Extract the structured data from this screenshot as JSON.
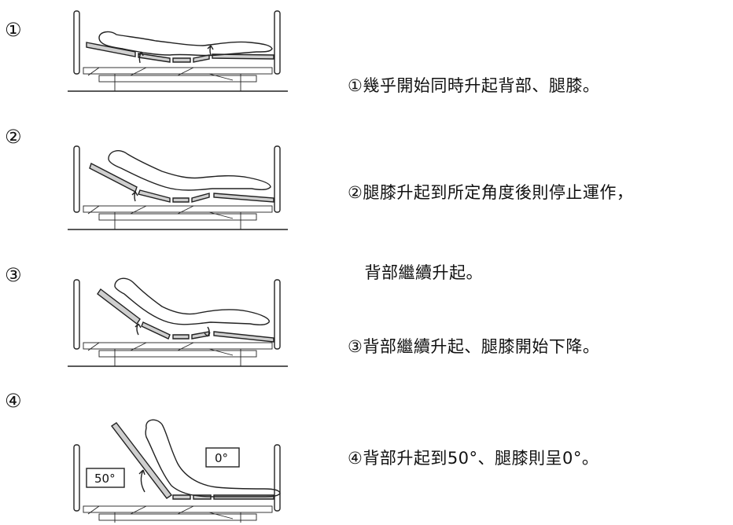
{
  "steps": [
    {
      "number": "①",
      "caption_lines": [
        "①幾乎開始同時升起背部、腿膝。"
      ]
    },
    {
      "number": "②",
      "caption_lines": [
        "②腿膝升起到所定角度後則停止運作，",
        "　背部繼續升起。"
      ]
    },
    {
      "number": "③",
      "caption_lines": [
        "③背部繼續升起、腿膝開始下降。"
      ]
    },
    {
      "number": "④",
      "caption_lines": [
        "④背部升起到50°、腿膝則呈0°。"
      ]
    }
  ],
  "figure_labels": {
    "back_angle": "50°",
    "knee_angle": "0°"
  }
}
